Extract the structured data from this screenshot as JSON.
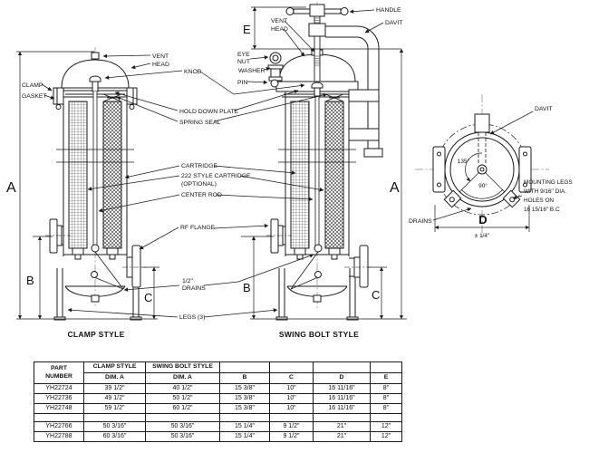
{
  "drawing": {
    "callouts": {
      "vent_l": "VENT",
      "head_l": "HEAD",
      "clamp": "CLAMP",
      "gasket": "GASKET",
      "knob": "KNOB",
      "hold_down_plate": "HOLD DOWN PLATE",
      "spring_seal": "SPRING SEAL",
      "cartridge": "CARTRIDGE",
      "cartridge_222": "222 STYLE CARTRIDGE",
      "cartridge_222_optional": "(OPTIONAL)",
      "center_rod": "CENTER ROD",
      "rf_flange": "RF FLANGE",
      "drains_size": "1/2\"",
      "drains": "DRAINS",
      "legs": "LEGS (3)",
      "vent_r": "VENT",
      "head_r": "HEAD",
      "handle": "HANDLE",
      "davit": "DAVIT",
      "eye": "EYE",
      "nut": "NUT",
      "washer": "WASHER",
      "pin": "PIN"
    },
    "dimensions": {
      "a_left": "A",
      "b_left": "B",
      "c_left": "C",
      "e": "E",
      "a_right": "A",
      "b_right": "B",
      "c_right": "C"
    },
    "captions": {
      "clamp": "CLAMP STYLE",
      "swing": "SWING BOLT STYLE"
    },
    "top_view": {
      "davit": "DAVIT",
      "angle_135": "135°",
      "angle_90": "90°",
      "drains": "DRAINS",
      "mounting_1": "MOUNTING LEGS",
      "mounting_2": "WITH 9/16\" DIA.",
      "mounting_3": "HOLES ON",
      "mounting_4": "16 15/16\" B.C",
      "d": "D",
      "d_tol": "± 1/4\""
    }
  },
  "table": {
    "headers": {
      "part_1": "PART",
      "part_2": "NUMBER",
      "clamp": "CLAMP STYLE",
      "swing": "SWING BOLT STYLE",
      "dim_a_clamp": "DIM. A",
      "dim_a_swing": "DIM. A",
      "b": "B",
      "c": "C",
      "d": "D",
      "e": "E"
    },
    "rows": [
      {
        "part": "YH22724",
        "clamp_a": "39 1/2\"",
        "swing_a": "40 1/2\"",
        "b": "15 3/8\"",
        "c": "10\"",
        "d": "16 11/16\"",
        "e": "8\""
      },
      {
        "part": "YH22736",
        "clamp_a": "49 1/2\"",
        "swing_a": "50 1/2\"",
        "b": "15 3/8\"",
        "c": "10\"",
        "d": "16 11/16\"",
        "e": "8\""
      },
      {
        "part": "YH22748",
        "clamp_a": "59 1/2\"",
        "swing_a": "60 1/2\"",
        "b": "15 3/8\"",
        "c": "10\"",
        "d": "16 11/16\"",
        "e": "8\""
      },
      {
        "part": "",
        "clamp_a": "",
        "swing_a": "",
        "b": "",
        "c": "",
        "d": "",
        "e": ""
      },
      {
        "part": "YH22766",
        "clamp_a": "50 3/16\"",
        "swing_a": "50 3/16\"",
        "b": "15 1/4\"",
        "c": "9 1/2\"",
        "d": "21\"",
        "e": "12\""
      },
      {
        "part": "YH22788",
        "clamp_a": "60 3/16\"",
        "swing_a": "50 3/16\"",
        "b": "15 1/4\"",
        "c": "9 1/2\"",
        "d": "21\"",
        "e": "12\""
      }
    ]
  },
  "colors": {
    "line": "#1b1b1b",
    "background": "#ffffff"
  }
}
